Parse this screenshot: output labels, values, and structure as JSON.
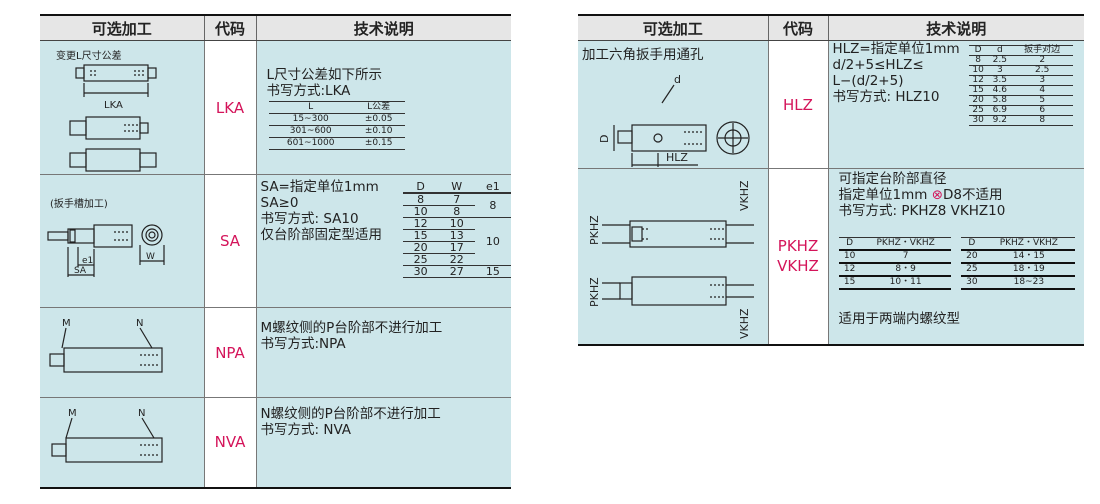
{
  "headers": {
    "option": "可选加工",
    "code": "代码",
    "desc": "技术说明"
  },
  "lka": {
    "diag_title": "变更L尺寸公差",
    "dim_label": "LKA",
    "code": "LKA",
    "line1": "L尺寸公差如下所示",
    "line2": "书写方式:LKA",
    "table_head": [
      "L",
      "L公差"
    ],
    "table_rows": [
      [
        "15~300",
        "±0.05"
      ],
      [
        "301~600",
        "±0.10"
      ],
      [
        "601~1000",
        "±0.15"
      ]
    ]
  },
  "sa": {
    "diag_title": "(扳手槽加工)",
    "lbl_e1": "e1",
    "lbl_sa": "SA",
    "lbl_w": "W",
    "code": "SA",
    "line1": "SA=指定单位1mm",
    "line2": "SA≥0",
    "line3": "书写方式: SA10",
    "line4": "仅台阶部固定型适用",
    "spec_head": [
      "D",
      "W",
      "e1"
    ],
    "spec_rows": [
      [
        "8",
        "7"
      ],
      [
        "10",
        "8"
      ],
      [
        "12",
        "10"
      ],
      [
        "15",
        "13"
      ],
      [
        "20",
        "17"
      ],
      [
        "25",
        "22"
      ],
      [
        "30",
        "27"
      ]
    ],
    "e1_vals": [
      "8",
      "10",
      "15"
    ]
  },
  "npa": {
    "lbl_m": "M",
    "lbl_n": "N",
    "code": "NPA",
    "line1": "M螺纹侧的P台阶部不进行加工",
    "line2": "书写方式:NPA"
  },
  "nva": {
    "lbl_m": "M",
    "lbl_n": "N",
    "code": "NVA",
    "line1": "N螺纹侧的P台阶部不进行加工",
    "line2": "书写方式: NVA"
  },
  "hlz": {
    "diag_title": "加工六角扳手用通孔",
    "lbl_d": "d",
    "lbl_D": "D",
    "lbl_hlz": "HLZ",
    "code": "HLZ",
    "line1": "HLZ=指定单位1mm",
    "line2": "d/2+5≤HLZ≤",
    "line3": "L−(d/2+5)",
    "line4": "书写方式: HLZ10",
    "spec_head": [
      "D",
      "d",
      "扳手对边"
    ],
    "spec_rows": [
      [
        "8",
        "2.5",
        "2"
      ],
      [
        "10",
        "3",
        "2.5"
      ],
      [
        "12",
        "3.5",
        "3"
      ],
      [
        "15",
        "4.6",
        "4"
      ],
      [
        "20",
        "5.8",
        "5"
      ],
      [
        "25",
        "6.9",
        "6"
      ],
      [
        "30",
        "9.2",
        "8"
      ]
    ]
  },
  "pkhz": {
    "lbl_pkhz": "PKHZ",
    "lbl_vkhz": "VKHZ",
    "code1": "PKHZ",
    "code2": "VKHZ",
    "line1": "可指定台阶部直径",
    "line2a": "指定单位1mm ",
    "line2b": "D8不适用",
    "line3": "书写方式: PKHZ8 VKHZ10",
    "table_head": [
      "D",
      "PKHZ・VKHZ"
    ],
    "left_rows": [
      [
        "10",
        "7"
      ],
      [
        "12",
        "8・9"
      ],
      [
        "15",
        "10・11"
      ]
    ],
    "right_rows": [
      [
        "20",
        "14・15"
      ],
      [
        "25",
        "18・19"
      ],
      [
        "30",
        "18~23"
      ]
    ],
    "footer": "适用于两端内螺纹型"
  }
}
